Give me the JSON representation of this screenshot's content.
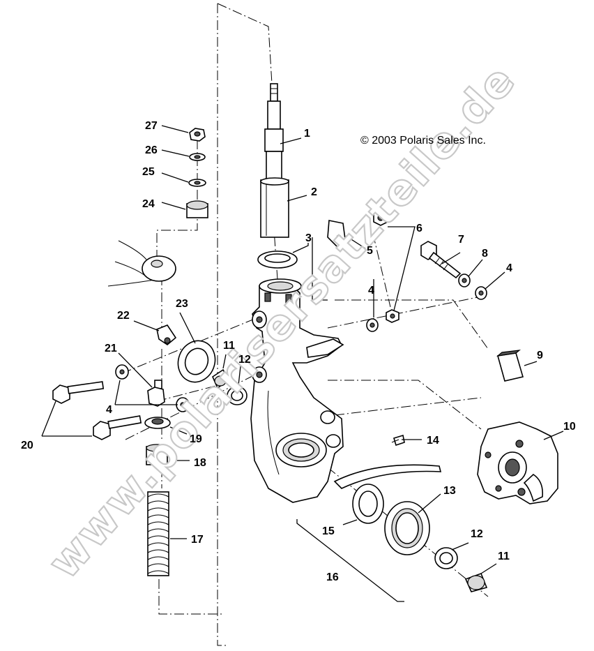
{
  "copyright": "© 2003 Polaris Sales Inc.",
  "watermark": "www.polarisersatzteile.de",
  "callouts": [
    "1",
    "2",
    "3",
    "4",
    "4",
    "4",
    "5",
    "6",
    "7",
    "8",
    "9",
    "10",
    "11",
    "11",
    "12",
    "12",
    "13",
    "14",
    "15",
    "16",
    "17",
    "18",
    "19",
    "20",
    "21",
    "22",
    "23",
    "24",
    "25",
    "26",
    "27"
  ]
}
